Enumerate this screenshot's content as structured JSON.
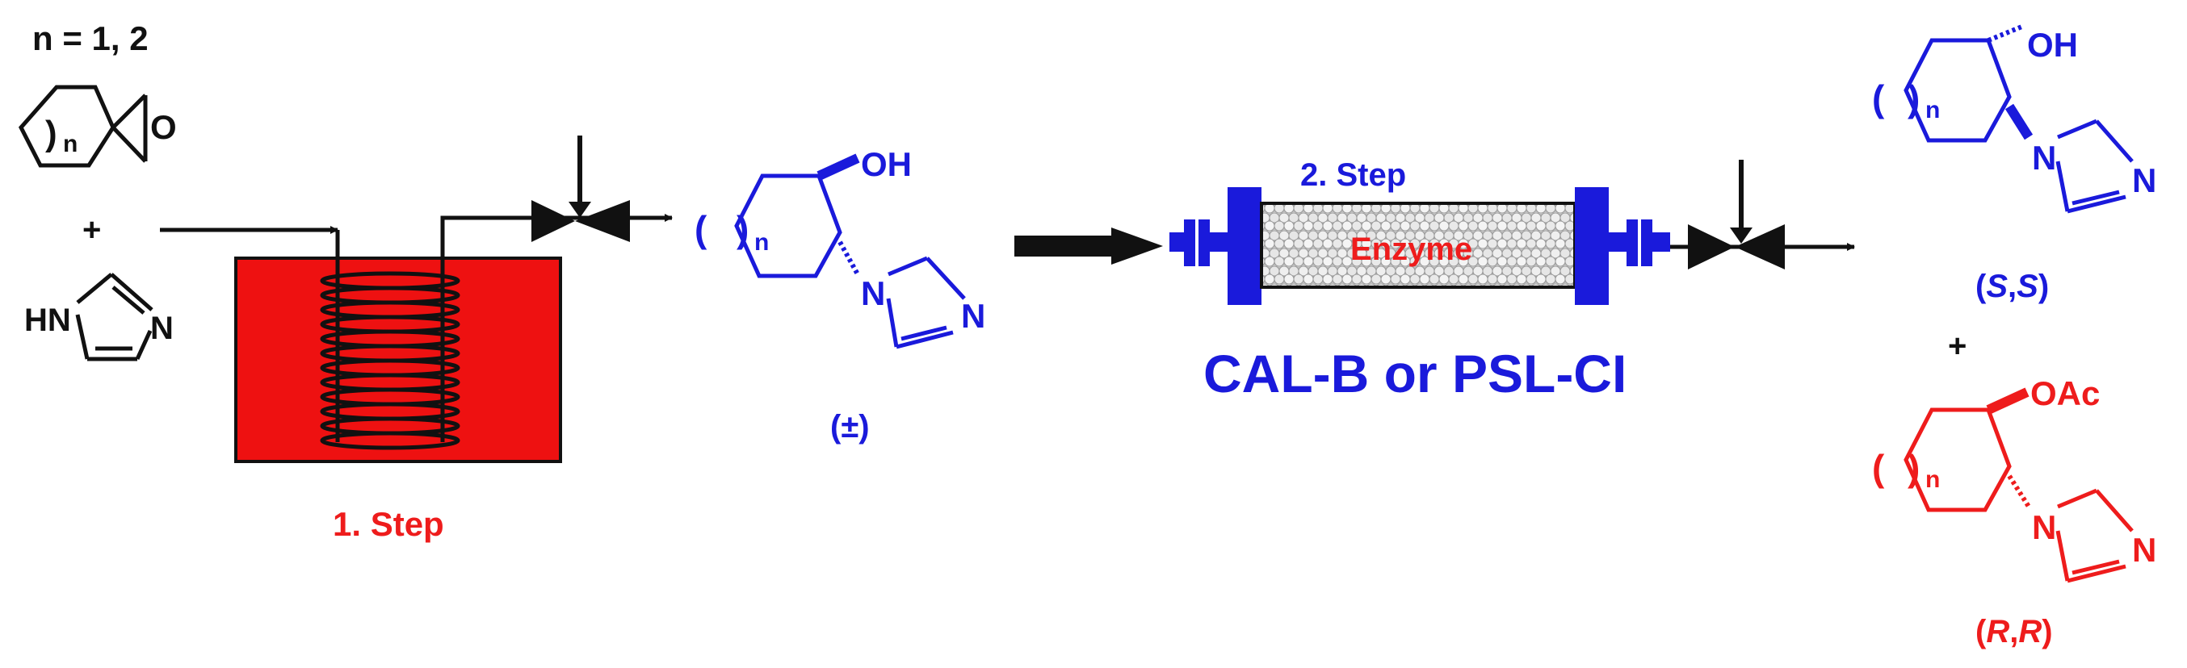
{
  "colors": {
    "black": "#111111",
    "blue": "#1a1adb",
    "red": "#ee1c1c",
    "reactor_fill": "#ee1111",
    "beads": "#d9d9d9"
  },
  "reactants": {
    "n_values": "n = 1, 2",
    "ring_index": "n",
    "ring_paren": ")",
    "epoxide_o": "O",
    "plus": "+",
    "imidazole_hn": "HN",
    "imidazole_n": "N"
  },
  "step1": {
    "label": "1. Step"
  },
  "racemate": {
    "oh": "OH",
    "paren_left": "(",
    "paren_right": ")",
    "ring_index": "n",
    "n_atom": "N",
    "n_atom2": "N",
    "descriptor": "(±)"
  },
  "step2": {
    "label": "2. Step",
    "column_text": "Enzyme",
    "enzymes": "CAL-B or PSL-CI"
  },
  "products": {
    "ss": {
      "oh": "OH",
      "paren_left": "(",
      "paren_right": ")",
      "ring_index": "n",
      "n_atom": "N",
      "n_atom2": "N",
      "descriptor": {
        "open": "(",
        "s1": "S",
        "comma": ",",
        "s2": "S",
        "close": ")"
      }
    },
    "plus": "+",
    "rr": {
      "oac": "OAc",
      "paren_left": "(",
      "paren_right": ")",
      "ring_index": "n",
      "n_atom": "N",
      "n_atom2": "N",
      "descriptor": {
        "open": "(",
        "r1": "R",
        "comma": ",",
        "r2": "R",
        "close": ")"
      }
    }
  }
}
